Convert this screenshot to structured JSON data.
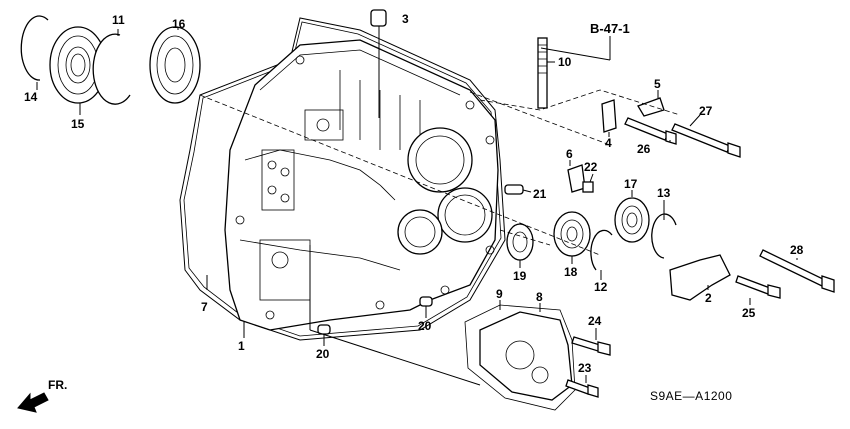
{
  "diagram": {
    "reference": "B-47-1",
    "drawing_code": "S9AE—A1200",
    "direction_label": "FR.",
    "callouts": {
      "c1": "1",
      "c2": "2",
      "c3": "3",
      "c4": "4",
      "c5": "5",
      "c6": "6",
      "c7": "7",
      "c8": "8",
      "c9": "9",
      "c10": "10",
      "c11": "11",
      "c12": "12",
      "c13": "13",
      "c14": "14",
      "c15": "15",
      "c16": "16",
      "c17": "17",
      "c18": "18",
      "c19": "19",
      "c20a": "20",
      "c20b": "20",
      "c21": "21",
      "c22": "22",
      "c23": "23",
      "c24": "24",
      "c25": "25",
      "c26": "26",
      "c27": "27",
      "c28": "28"
    }
  }
}
